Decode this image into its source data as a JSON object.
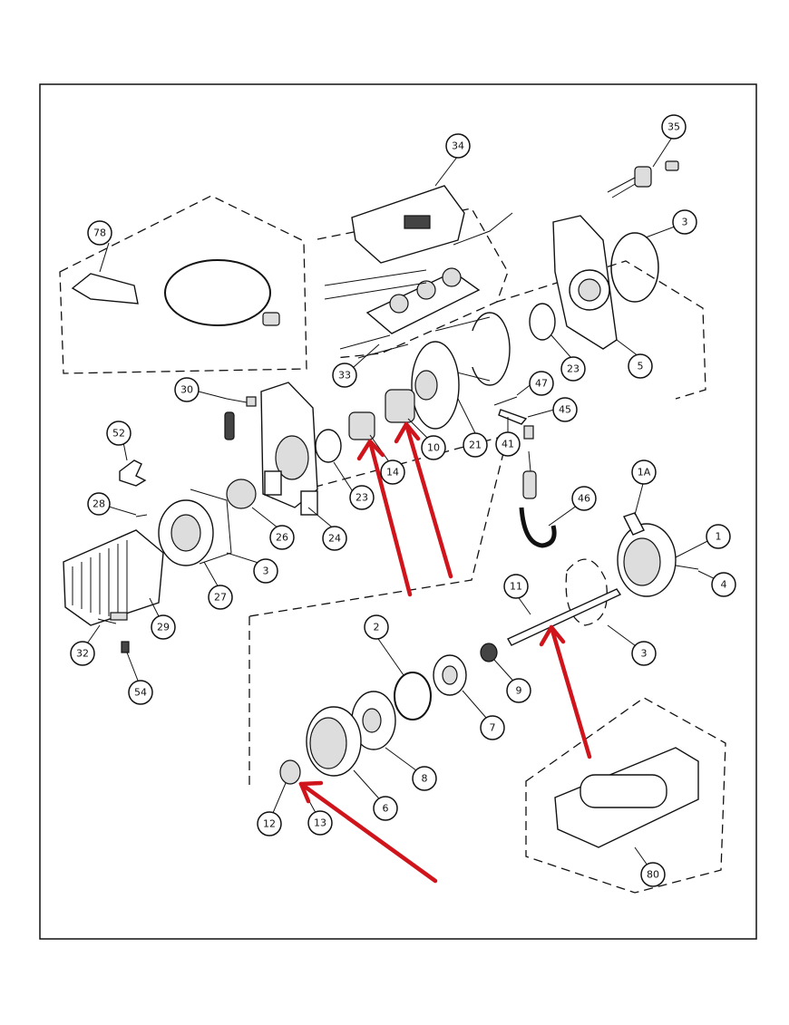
{
  "callouts": [
    {
      "id": "c78",
      "label": "78"
    },
    {
      "id": "c34",
      "label": "34"
    },
    {
      "id": "c35",
      "label": "35"
    },
    {
      "id": "c3a",
      "label": "3"
    },
    {
      "id": "c23a",
      "label": "23"
    },
    {
      "id": "c5",
      "label": "5"
    },
    {
      "id": "c33",
      "label": "33"
    },
    {
      "id": "c30",
      "label": "30"
    },
    {
      "id": "c47",
      "label": "47"
    },
    {
      "id": "c45",
      "label": "45"
    },
    {
      "id": "c52",
      "label": "52"
    },
    {
      "id": "c14",
      "label": "14"
    },
    {
      "id": "c10",
      "label": "10"
    },
    {
      "id": "c21",
      "label": "21"
    },
    {
      "id": "c41",
      "label": "41"
    },
    {
      "id": "c23b",
      "label": "23"
    },
    {
      "id": "c24",
      "label": "24"
    },
    {
      "id": "c28",
      "label": "28"
    },
    {
      "id": "c26",
      "label": "26"
    },
    {
      "id": "c3b",
      "label": "3"
    },
    {
      "id": "c27",
      "label": "27"
    },
    {
      "id": "c29",
      "label": "29"
    },
    {
      "id": "c32",
      "label": "32"
    },
    {
      "id": "c54",
      "label": "54"
    },
    {
      "id": "c1a",
      "label": "1A"
    },
    {
      "id": "c1",
      "label": "1"
    },
    {
      "id": "c4",
      "label": "4"
    },
    {
      "id": "c46",
      "label": "46"
    },
    {
      "id": "c11",
      "label": "11"
    },
    {
      "id": "c3c",
      "label": "3"
    },
    {
      "id": "c2",
      "label": "2"
    },
    {
      "id": "c9",
      "label": "9"
    },
    {
      "id": "c7",
      "label": "7"
    },
    {
      "id": "c8",
      "label": "8"
    },
    {
      "id": "c6",
      "label": "6"
    },
    {
      "id": "c12",
      "label": "12"
    },
    {
      "id": "c13",
      "label": "13"
    },
    {
      "id": "c80",
      "label": "80"
    }
  ],
  "colors": {
    "arrow": "#d0141c",
    "line": "#111111",
    "background": "#ffffff"
  }
}
